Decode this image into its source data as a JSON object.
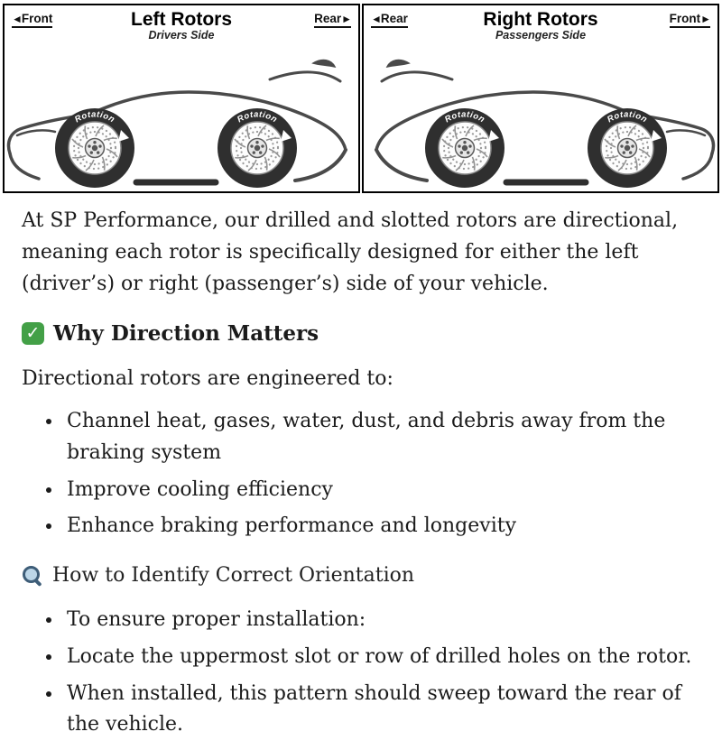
{
  "diagram": {
    "left_panel": {
      "front_label": "Front",
      "rear_label": "Rear",
      "title": "Left Rotors",
      "subtitle": "Drivers Side",
      "rotation_label": "Rotation"
    },
    "right_panel": {
      "rear_label": "Rear",
      "front_label": "Front",
      "title": "Right Rotors",
      "subtitle": "Passengers Side",
      "rotation_label": "Rotation"
    },
    "arrow_left": "◄",
    "arrow_right": "►"
  },
  "content": {
    "intro": "At SP Performance, our drilled and slotted rotors are directional, meaning each rotor is specifically designed for either the left (driver’s) or right (passenger’s) side of your vehicle.",
    "section1": {
      "icon": "check-mark-emoji",
      "heading": "Why Direction Matters",
      "lead": "Directional rotors are engineered to:",
      "bullets": [
        "Channel heat, gases, water, dust, and debris away from the braking system",
        "Improve cooling efficiency",
        "Enhance braking performance and longevity"
      ]
    },
    "section2": {
      "icon": "magnifying-glass-emoji",
      "heading": "How to Identify Correct Orientation",
      "bullets": [
        "To ensure proper installation:",
        "Locate the uppermost slot or row of drilled holes on the rotor.",
        "When installed, this pattern should sweep toward the rear of the vehicle."
      ]
    }
  },
  "colors": {
    "check_green": "#43a047",
    "magnifier_blue": "#bcd6e8",
    "diagram_border": "#000000",
    "car_stroke": "#4a4a4a",
    "tire_dark": "#2f2f2f"
  }
}
